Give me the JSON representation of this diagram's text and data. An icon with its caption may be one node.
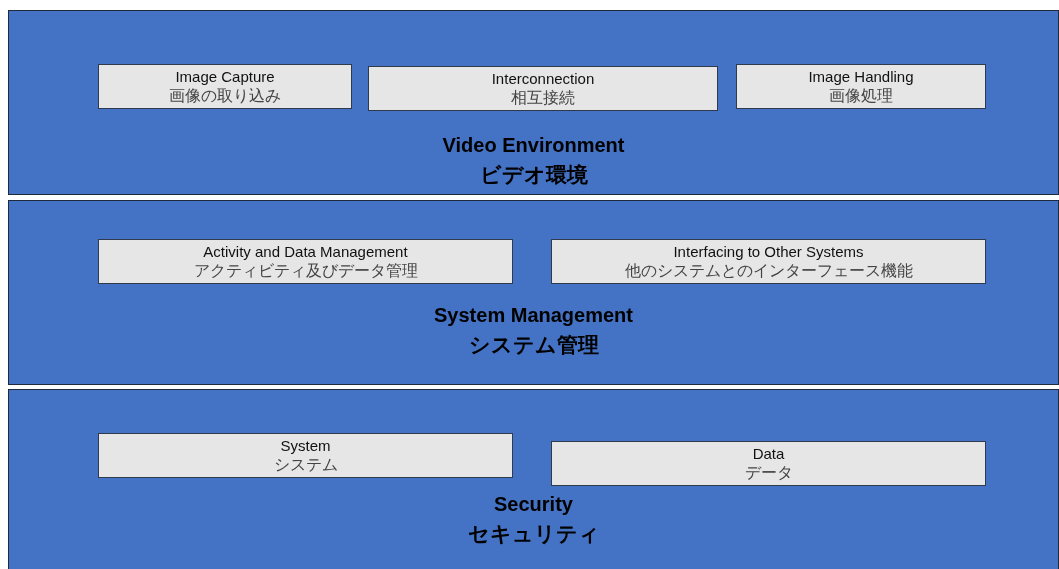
{
  "diagram": {
    "nodes": [
      {
        "text": [
          "Video Environment",
          "ビデオ環境"
        ]
      },
      {
        "text": [
          "Image Capture",
          "画像の取り込み"
        ],
        "in": 0
      },
      {
        "text": [
          "Interconnection",
          "相互接続"
        ],
        "in": 0
      },
      {
        "text": [
          "Image Handling",
          "画像処理"
        ],
        "in": 0
      },
      {
        "text": [
          "System Management",
          "システム管理"
        ]
      },
      {
        "text": [
          "Activity and Data Management",
          "アクティビティ及びデータ管理"
        ],
        "in": 4
      },
      {
        "text": [
          "Interfacing to Other Systems",
          "他のシステムとのインターフェース機能"
        ],
        "in": 4
      },
      {
        "text": [
          "Security",
          "セキュリティ"
        ]
      },
      {
        "text": [
          "System",
          "システム"
        ],
        "in": 7
      },
      {
        "text": [
          "Data",
          "データ"
        ],
        "in": 7
      }
    ]
  }
}
